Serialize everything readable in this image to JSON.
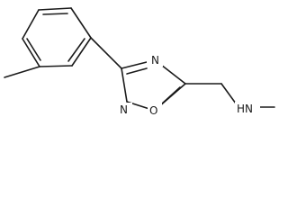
{
  "molecule": {
    "atoms": {
      "n_top": "N",
      "n_bottom": "N",
      "o_ring": "O",
      "nh": "HN"
    }
  }
}
